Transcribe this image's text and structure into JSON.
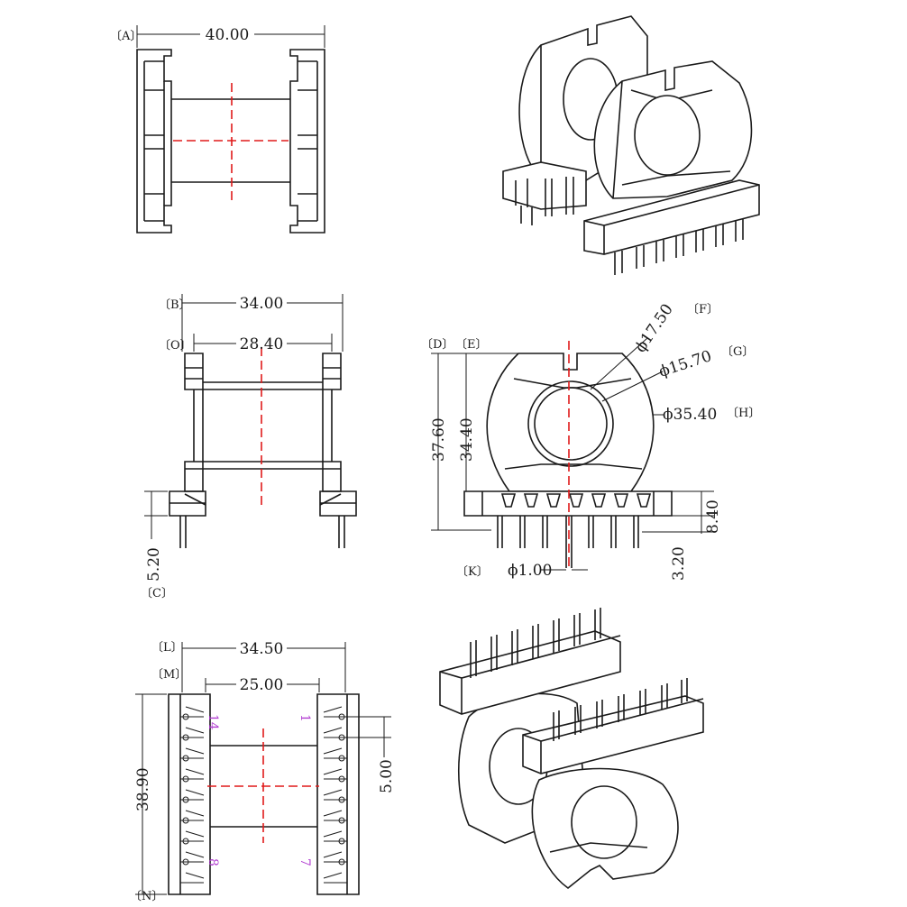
{
  "tags": {
    "A": "〔A〕",
    "B": "〔B〕",
    "O": "〔O〕",
    "C": "〔C〕",
    "D": "〔D〕",
    "E": "〔E〕",
    "F": "〔F〕",
    "G": "〔G〕",
    "H": "〔H〕",
    "K": "〔K〕",
    "L": "〔L〕",
    "M": "〔M〕",
    "N": "〔N〕"
  },
  "dims": {
    "A": "40.00",
    "B": "34.00",
    "O": "28.40",
    "C": "5.20",
    "D": "37.60",
    "E": "34.40",
    "F": "ϕ17.50",
    "G": "ϕ15.70",
    "H": "ϕ35.40",
    "K": "ϕ1.00",
    "pin_h": "8.40",
    "pin_l": "3.20",
    "L": "34.50",
    "M": "25.00",
    "N": "38.90",
    "pitch": "5.00"
  },
  "pin_numbers": {
    "p14": "14",
    "p1": "1",
    "p8": "8",
    "p7": "7"
  },
  "colors": {
    "line": "#1a1a1a",
    "centerline": "#e01a1a",
    "pin_label": "#b03bd0"
  }
}
